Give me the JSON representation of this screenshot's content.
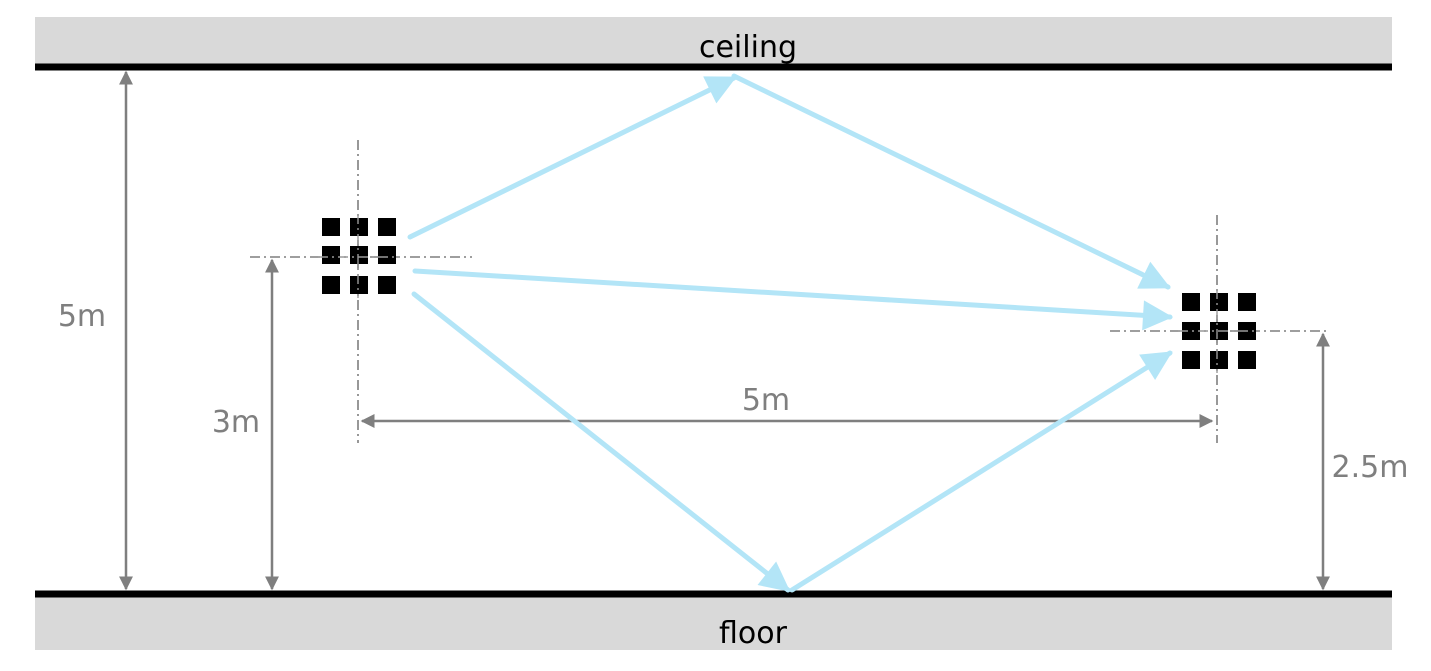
{
  "surfaces": {
    "ceiling_label": "ceiling",
    "floor_label": "floor"
  },
  "dimensions": {
    "room_height": "5m",
    "transmitter_height": "3m",
    "receiver_height": "2.5m",
    "separation": "5m"
  },
  "colors": {
    "surface_fill": "#d9d9d9",
    "surface_line": "#000000",
    "ray": "#b3e5f7",
    "dimension": "#7f7f7f",
    "array_element": "#000000"
  }
}
